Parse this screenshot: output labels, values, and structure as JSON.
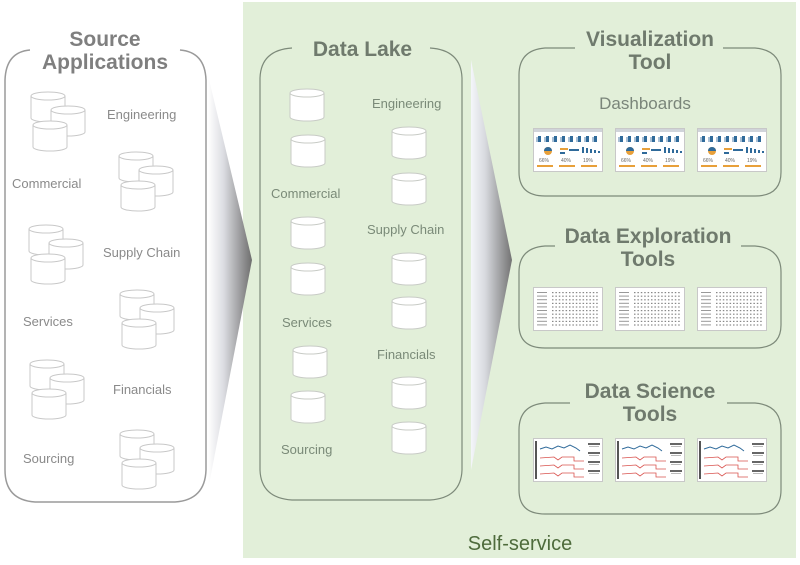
{
  "source_applications": {
    "title_line1": "Source",
    "title_line2": "Applications",
    "items": [
      "Engineering",
      "Commercial",
      "Supply Chain",
      "Services",
      "Financials",
      "Sourcing"
    ]
  },
  "data_lake": {
    "title": "Data Lake",
    "items": [
      "Engineering",
      "Commercial",
      "Supply Chain",
      "Services",
      "Financials",
      "Sourcing"
    ]
  },
  "visualization": {
    "title_line1": "Visualization",
    "title_line2": "Tool",
    "subtitle": "Dashboards",
    "thumbnail_kpis": [
      "66%",
      "40%",
      "19%"
    ]
  },
  "exploration": {
    "title_line1": "Data Exploration",
    "title_line2": "Tools"
  },
  "science": {
    "title_line1": "Data Science",
    "title_line2": "Tools"
  },
  "footer": {
    "label": "Self-service"
  },
  "colors": {
    "self_service_bg": "#e2efd9",
    "source_border": "#9a9a9a",
    "lake_border": "#7d8a7a",
    "title_gray": "#7f7f7f",
    "footer_text": "#4e6b3c",
    "dashboard_blue": "#2f6a9a",
    "dashboard_orange": "#e8a03a",
    "science_red": "#d9534f"
  }
}
